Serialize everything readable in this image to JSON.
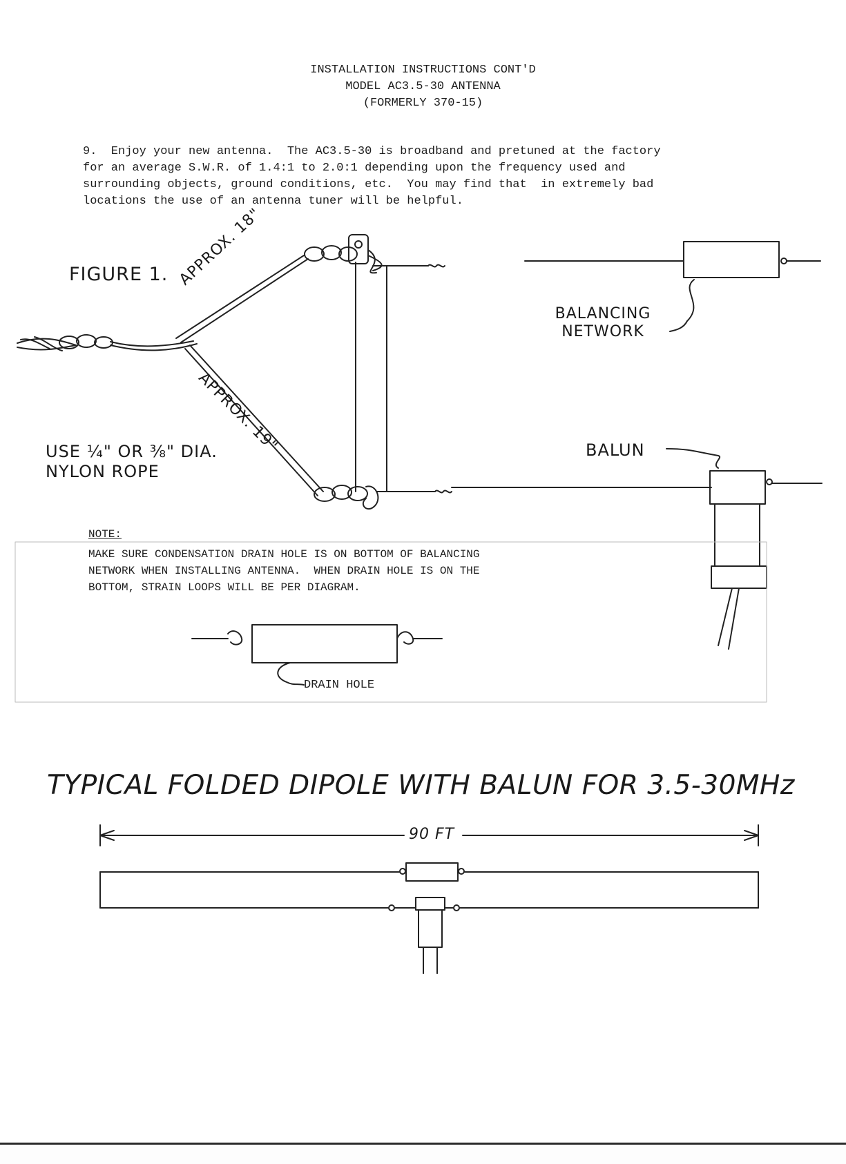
{
  "header": {
    "line1": "INSTALLATION INSTRUCTIONS CONT'D",
    "line2": "MODEL AC3.5-30 ANTENNA",
    "line3": "(FORMERLY 370-15)"
  },
  "step9": {
    "line1": "9.  Enjoy your new antenna.  The AC3.5-30 is broadband and pretuned at the factory",
    "line2": "for an average S.W.R. of 1.4:1 to 2.0:1 depending upon the frequency used and",
    "line3": "surrounding objects, ground conditions, etc.  You may find that  in extremely bad",
    "line4": "locations the use of an antenna tuner will be helpful."
  },
  "figure1": {
    "label": "FIGURE 1.",
    "approx18": "APPROX. 18\"",
    "approx19": "APPROX. 19\"",
    "balancing_network": "BALANCING NETWORK",
    "balun": "BALUN",
    "rope_line1": "USE ¼\" OR ⅜\" DIA.",
    "rope_line2": "NYLON ROPE"
  },
  "note": {
    "heading": "NOTE:",
    "line1": "MAKE SURE CONDENSATION DRAIN HOLE IS ON BOTTOM OF BALANCING",
    "line2": "NETWORK WHEN INSTALLING ANTENNA.  WHEN DRAIN HOLE IS ON THE",
    "line3": "BOTTOM, STRAIN LOOPS WILL BE PER DIAGRAM.",
    "drain_hole": "DRAIN HOLE"
  },
  "dipole": {
    "title": "TYPICAL FOLDED DIPOLE WITH BALUN FOR 3.5-30MHz",
    "length": "90 FT"
  }
}
